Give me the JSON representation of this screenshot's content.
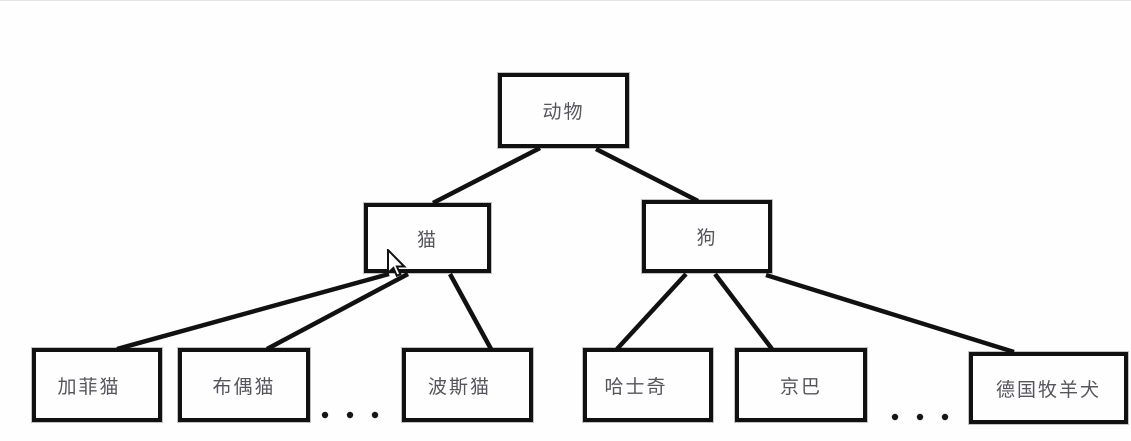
{
  "diagram": {
    "type": "tree",
    "nodes": {
      "root": {
        "label": "动物"
      },
      "cat": {
        "label": "猫"
      },
      "dog": {
        "label": "狗"
      },
      "garfield": {
        "label": "加菲猫"
      },
      "ragdoll": {
        "label": "布偶猫"
      },
      "persian": {
        "label": "波斯猫"
      },
      "husky": {
        "label": "哈士奇"
      },
      "pekingese": {
        "label": "京巴"
      },
      "german_shepherd": {
        "label": "德国牧羊犬"
      }
    },
    "edges": [
      {
        "from": "动物",
        "to": "猫"
      },
      {
        "from": "动物",
        "to": "狗"
      },
      {
        "from": "猫",
        "to": "加菲猫"
      },
      {
        "from": "猫",
        "to": "布偶猫"
      },
      {
        "from": "猫",
        "to": "波斯猫"
      },
      {
        "from": "狗",
        "to": "哈士奇"
      },
      {
        "from": "狗",
        "to": "京巴"
      },
      {
        "from": "狗",
        "to": "德国牧羊犬"
      }
    ],
    "more_indicators": [
      {
        "between": [
          "布偶猫",
          "波斯猫"
        ],
        "symbol": "···"
      },
      {
        "between": [
          "京巴",
          "德国牧羊犬"
        ],
        "symbol": "···"
      }
    ],
    "colors": {
      "line": "#111111",
      "box_border": "#111111",
      "box_fill": "#fefefe",
      "text": "#55555e",
      "background": "#fdfefd"
    },
    "cursor": {
      "type": "arrow-pointer",
      "near_node": "猫"
    }
  }
}
